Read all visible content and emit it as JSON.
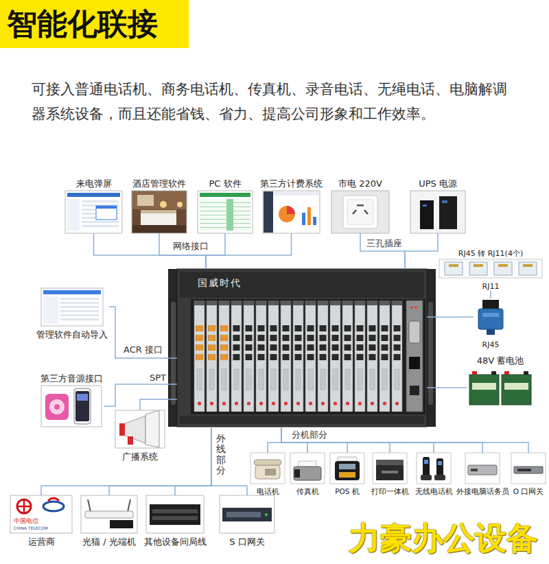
{
  "diagram": {
    "title": "智能化联接",
    "nodes": [
      {
        "text": [
          "国威时代"
        ]
      },
      {
        "text": [
          "来电弹屏"
        ]
      },
      {
        "text": [
          "酒店管理软件"
        ]
      },
      {
        "text": [
          "PC 软件"
        ]
      },
      {
        "text": [
          "第三方计费系统"
        ]
      },
      {
        "text": [
          "市电 220V"
        ]
      },
      {
        "text": [
          "UPS 电源"
        ]
      },
      {
        "text": [
          "RJ45 转 RJ11(4个)",
          "RJ11"
        ]
      },
      {
        "text": [
          "RJ45"
        ]
      },
      {
        "text": [
          "48V 蓄电池"
        ]
      },
      {
        "text": [
          "管理软件自动导入"
        ]
      },
      {
        "text": [
          "第三方音源接口"
        ]
      },
      {
        "text": [
          "广播系统"
        ]
      },
      {
        "text": [
          "运营商"
        ]
      },
      {
        "text": [
          "光猫 / 光端机"
        ]
      },
      {
        "text": [
          "其他设备间局线"
        ]
      },
      {
        "text": [
          "S 口网关"
        ]
      },
      {
        "text": [
          "电话机"
        ]
      },
      {
        "text": [
          "传真机"
        ]
      },
      {
        "text": [
          "POS 机"
        ]
      },
      {
        "text": [
          "打印一体机"
        ]
      },
      {
        "text": [
          "无线电话机"
        ]
      },
      {
        "text": [
          "外接电脑话务员"
        ]
      },
      {
        "text": [
          "O 口网关"
        ]
      }
    ],
    "edges": [
      {
        "from": 1,
        "to": 0,
        "arrow": "none"
      },
      {
        "from": 2,
        "to": 0,
        "arrow": "none"
      },
      {
        "from": 3,
        "to": 0,
        "arrow": "none"
      },
      {
        "from": 4,
        "to": 0,
        "arrow": "none"
      },
      {
        "from": 5,
        "to": 0,
        "arrow": "none"
      },
      {
        "from": 6,
        "to": 0,
        "arrow": "none"
      },
      {
        "from": 7,
        "to": 8,
        "arrow": "none"
      },
      {
        "from": 8,
        "to": 0,
        "arrow": "none"
      },
      {
        "from": 9,
        "to": 0,
        "arrow": "none"
      },
      {
        "from": 10,
        "to": 0,
        "arrow": "none"
      },
      {
        "from": 11,
        "to": 0,
        "arrow": "none"
      },
      {
        "from": 12,
        "to": 0,
        "arrow": "none"
      },
      {
        "from": 0,
        "to": 13,
        "arrow": "none"
      },
      {
        "from": 0,
        "to": 14,
        "arrow": "none"
      },
      {
        "from": 0,
        "to": 15,
        "arrow": "none"
      },
      {
        "from": 0,
        "to": 16,
        "arrow": "none"
      },
      {
        "from": 0,
        "to": 17,
        "arrow": "none"
      },
      {
        "from": 0,
        "to": 18,
        "arrow": "none"
      },
      {
        "from": 0,
        "to": 19,
        "arrow": "none"
      },
      {
        "from": 0,
        "to": 20,
        "arrow": "none"
      },
      {
        "from": 0,
        "to": 21,
        "arrow": "none"
      },
      {
        "from": 0,
        "to": 22,
        "arrow": "none"
      },
      {
        "from": 0,
        "to": 23,
        "arrow": "none"
      }
    ],
    "labels": [
      "可接入普通电话机、商务电话机、传真机、录音电话、无绳电话、电脑解调器系统设备，而且还能省钱、省力、提高公司形象和工作效率。",
      "网络接口",
      "三孔插座",
      "ACR 接口",
      "SPT",
      "外线部分",
      "分机部分",
      "中国电信",
      "CHINA TELECOM",
      "力豪办公设备"
    ]
  }
}
